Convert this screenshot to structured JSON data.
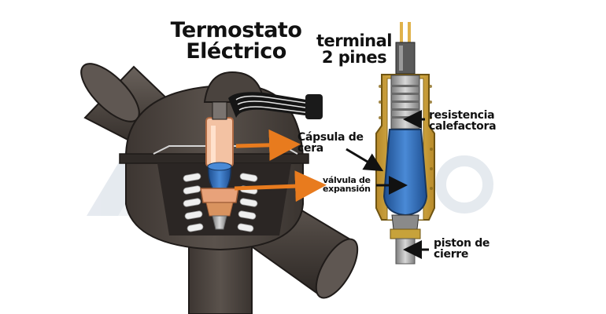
{
  "diagram": {
    "title": "Termostato\nEléctrico",
    "terminal_label": "terminal\n2 pines",
    "callouts": {
      "wax_capsule": "Cápsula de\ncera",
      "expansion_valve": "válvula de\nexpansión",
      "heating_resistor": "resistencia\ncalefactora",
      "closing_piston": "piston de\ncierre"
    }
  },
  "colors": {
    "housing": "#4d4641",
    "housing_dark": "#2a2522",
    "arrow_orange": "#e87b1e",
    "arrow_black": "#111111",
    "wax_blue": "#2f6fbd",
    "copper": "#e8a27a",
    "brass": "#d4aa3e",
    "watermark": "#e3e8ee"
  }
}
